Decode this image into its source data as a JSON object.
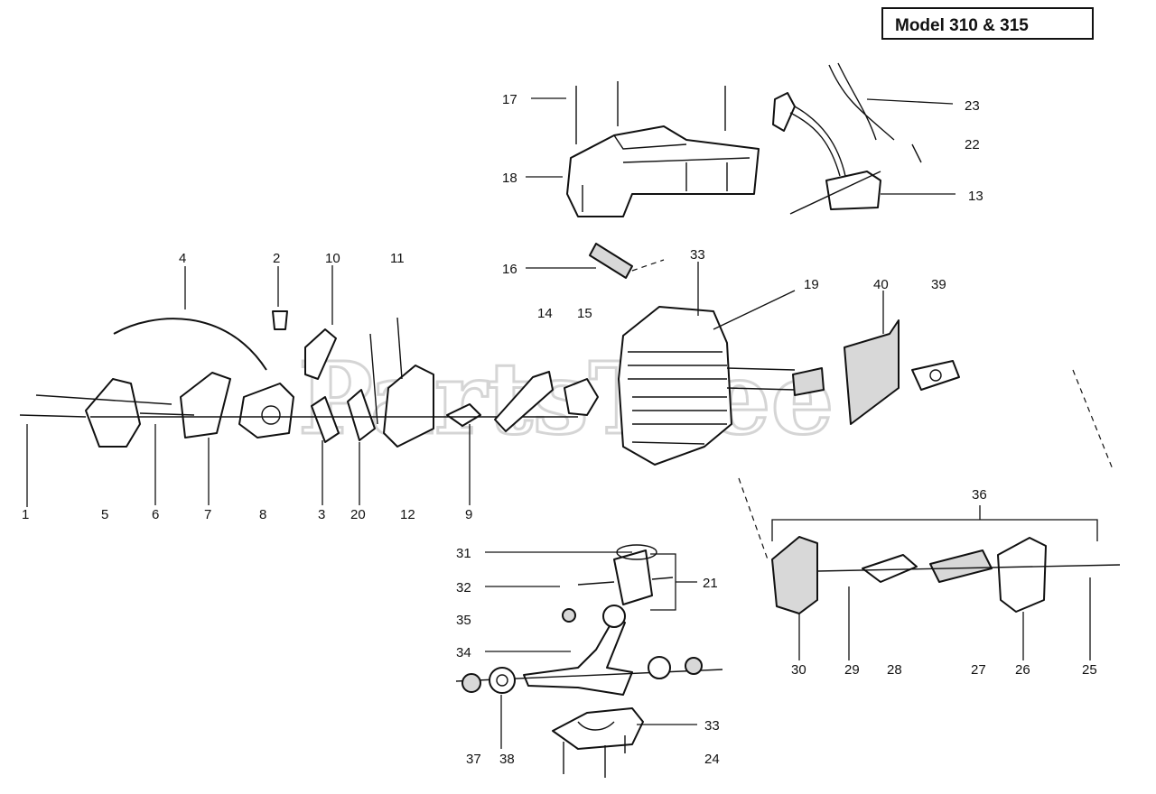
{
  "title": "Model 310 & 315",
  "watermark": "PartsTree",
  "colors": {
    "ink": "#111111",
    "paper": "#ffffff",
    "watermark": "#c8c8c8"
  },
  "labels": {
    "l1": "1",
    "l2": "2",
    "l3": "3",
    "l4": "4",
    "l5": "5",
    "l6": "6",
    "l7": "7",
    "l8": "8",
    "l9": "9",
    "l10": "10",
    "l11": "11",
    "l12": "12",
    "l13": "13",
    "l14": "14",
    "l15": "15",
    "l16": "16",
    "l17": "17",
    "l18": "18",
    "l19": "19",
    "l20": "20",
    "l21": "21",
    "l22": "22",
    "l23": "23",
    "l24": "24",
    "l25": "25",
    "l26": "26",
    "l27": "27",
    "l28": "28",
    "l29": "29",
    "l30": "30",
    "l31": "31",
    "l32": "32",
    "l33a": "33",
    "l33b": "33",
    "l34": "34",
    "l35": "35",
    "l36": "36",
    "l37": "37",
    "l38": "38",
    "l39": "39",
    "l40": "40"
  }
}
